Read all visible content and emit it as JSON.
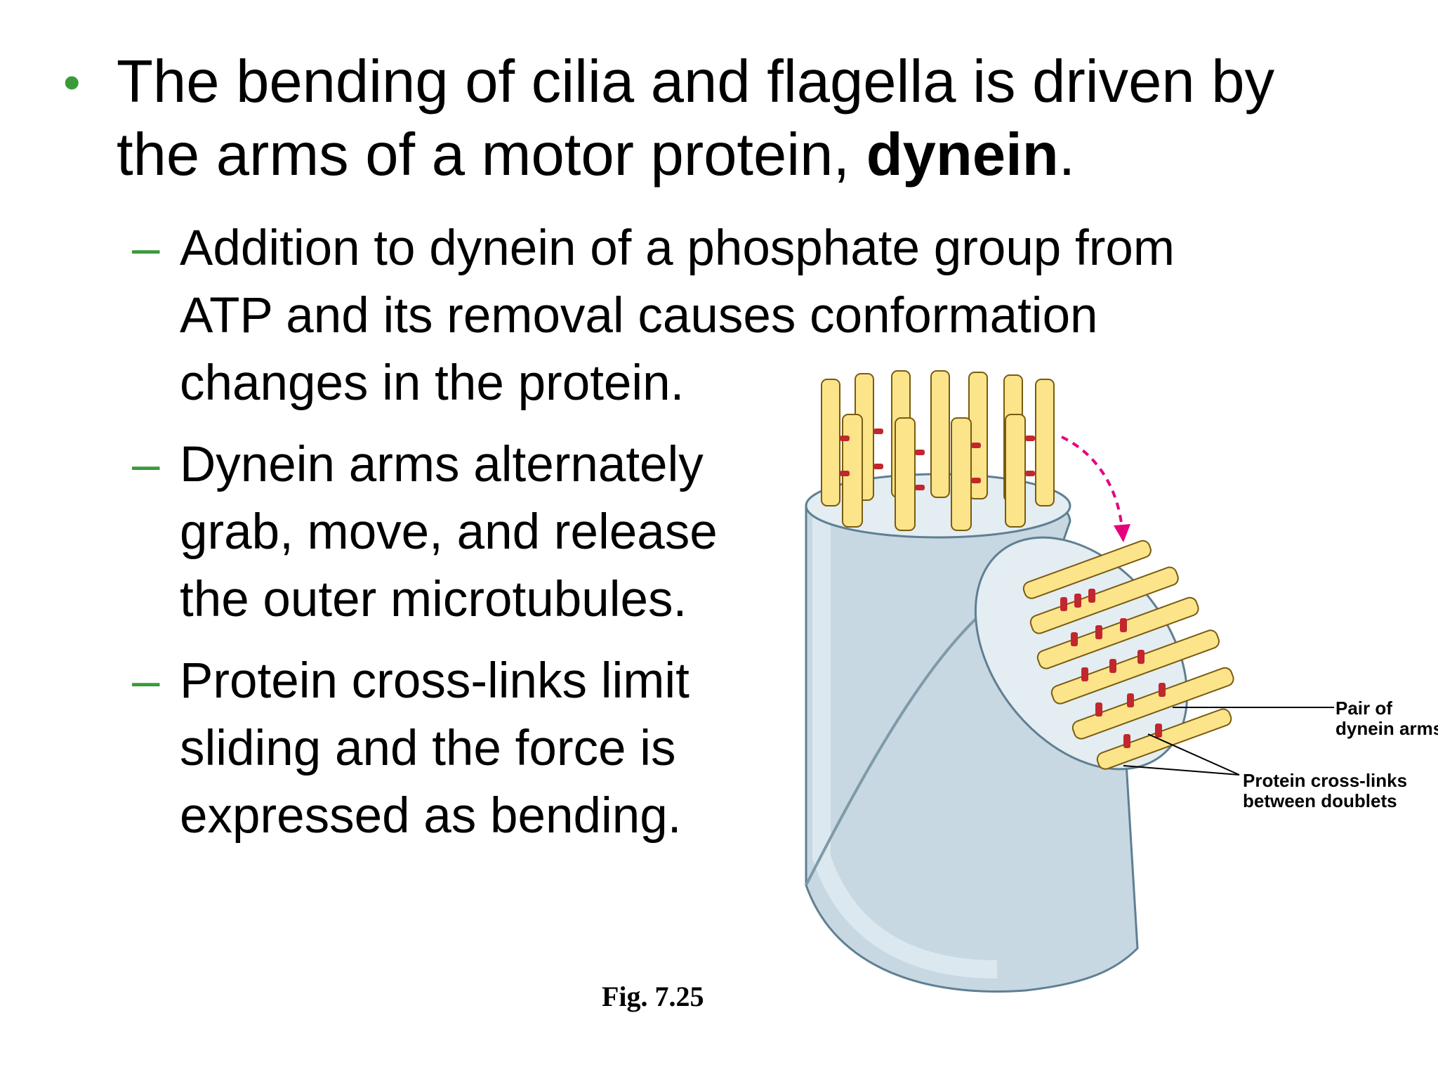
{
  "slide": {
    "main_bullet": {
      "line1": "The bending of cilia and flagella is driven by",
      "line2_prefix": "the arms of a motor protein, ",
      "line2_bold": "dynein",
      "line2_suffix": "."
    },
    "sub_bullets": [
      {
        "lines": [
          "Addition to dynein of a phosphate group from",
          "ATP and its removal causes conformation",
          "changes in the protein."
        ]
      },
      {
        "lines": [
          "Dynein arms alternately",
          "grab, move, and release",
          "the outer microtubules."
        ]
      },
      {
        "lines": [
          "Protein cross-links limit",
          "sliding and the force is",
          "expressed as bending."
        ]
      }
    ],
    "figure_caption": "Fig. 7.25",
    "figure_labels": {
      "dynein": [
        "Pair of",
        "dynein arms"
      ],
      "crosslinks": [
        "Protein cross-links",
        "between doublets"
      ]
    },
    "colors": {
      "bullet": "#3a9a3a",
      "tube": "#fbe48a",
      "sheath": "#c7d8e2",
      "dynein": "#c1272d",
      "arrow": "#e6007e"
    }
  }
}
